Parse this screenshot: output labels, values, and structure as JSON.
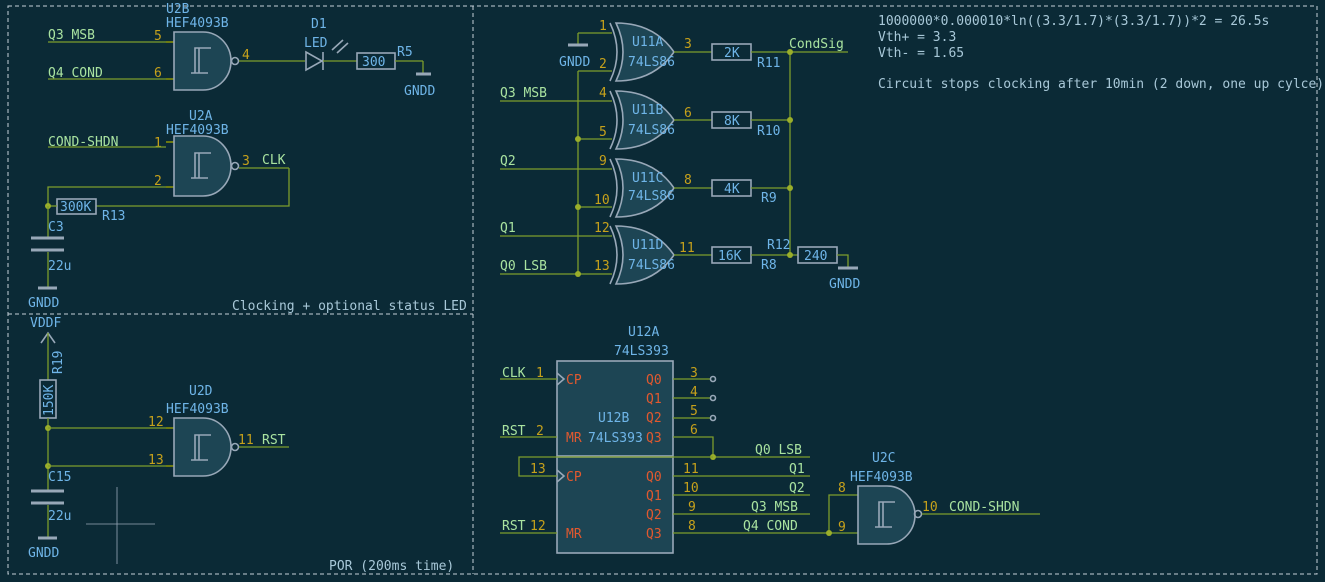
{
  "notes": {
    "formula": "1000000*0.000010*ln((3.3/1.7)*(3.3/1.7))*2 = 26.5s",
    "vth_plus": "Vth+ = 3.3",
    "vth_minus": "Vth- = 1.65",
    "stops": "Circuit stops clocking after 10min (2 down, one up cylce)",
    "block_clocking": "Clocking + optional status LED",
    "block_por": "POR (200ms time)"
  },
  "nets": {
    "q3msb_a": "Q3 MSB",
    "q4cond_a": "Q4 COND",
    "condshdn_a": "COND-SHDN",
    "clk_a": "CLK",
    "q3msb_b": "Q3 MSB",
    "q2_b": "Q2",
    "q1_b": "Q1",
    "q0lsb_b": "Q0 LSB",
    "condsig": "CondSig",
    "rst_a": "RST",
    "clk_c": "CLK",
    "rst_c": "RST",
    "rst_d": "RST",
    "q0lsb_c": "Q0 LSB",
    "q1_c": "Q1",
    "q2_c": "Q2",
    "q3msb_c": "Q3 MSB",
    "q4cond_c": "Q4 COND",
    "condshdn_c": "COND-SHDN",
    "gndd1": "GNDD",
    "gndd2": "GNDD",
    "gndd3": "GNDD",
    "gndd4": "GNDD",
    "gndd5": "GNDD",
    "vddf": "VDDF"
  },
  "refs": {
    "u2b": "U2B",
    "u2b_val": "HEF4093B",
    "u2a": "U2A",
    "u2a_val": "HEF4093B",
    "u2d": "U2D",
    "u2d_val": "HEF4093B",
    "u2c": "U2C",
    "u2c_val": "HEF4093B",
    "d1": "D1",
    "d1_val": "LED",
    "r5": "R5",
    "r5_val": "300",
    "r13": "R13",
    "r13_val": "300K",
    "c3": "C3",
    "c3_val": "22u",
    "r19": "R19",
    "r19_val": "150K",
    "c15": "C15",
    "c15_val": "22u",
    "u11a": "U11A",
    "u11b": "U11B",
    "u11c": "U11C",
    "u11d": "U11D",
    "xor_val": "74LS86",
    "r11": "R11",
    "r11_val": "2K",
    "r10": "R10",
    "r10_val": "8K",
    "r9": "R9",
    "r9_val": "4K",
    "r8": "R8",
    "r8_val": "16K",
    "r12": "R12",
    "r12_val": "240",
    "u12a": "U12A",
    "u12a_val": "74LS393",
    "u12b": "U12B",
    "u12b_val": "74LS393"
  },
  "pins": {
    "u2b_a": "5",
    "u2b_b": "6",
    "u2b_y": "4",
    "u2a_a": "1",
    "u2a_b": "2",
    "u2a_y": "3",
    "u2d_a": "12",
    "u2d_b": "13",
    "u2d_y": "11",
    "u2c_a": "8",
    "u2c_b": "9",
    "u2c_y": "10",
    "u11a_a": "1",
    "u11a_b": "2",
    "u11a_y": "3",
    "u11b_a": "4",
    "u11b_b": "5",
    "u11b_y": "6",
    "u11c_a": "9",
    "u11c_b": "10",
    "u11c_y": "8",
    "u11d_a": "12",
    "u11d_b": "13",
    "u11d_y": "11",
    "u12a_cp": "1",
    "u12a_mr": "2",
    "u12a_q0": "3",
    "u12a_q1": "4",
    "u12a_q2": "5",
    "u12a_q3": "6",
    "u12b_cp": "13",
    "u12b_mr": "12",
    "u12b_q0": "11",
    "u12b_q1": "10",
    "u12b_q2": "9",
    "u12b_q3": "8"
  },
  "pin_names": {
    "cp": "CP",
    "mr": "MR",
    "q0": "Q0",
    "q1": "Q1",
    "q2": "Q2",
    "q3": "Q3"
  },
  "colors": {
    "background": "#0b2a36",
    "wire": "#7d9d2c",
    "net_label": "#a9e3a0",
    "reference": "#6fb5e8",
    "pin_number": "#c6a11b",
    "pin_name": "#e2592f",
    "component_body": "#1d4554"
  }
}
